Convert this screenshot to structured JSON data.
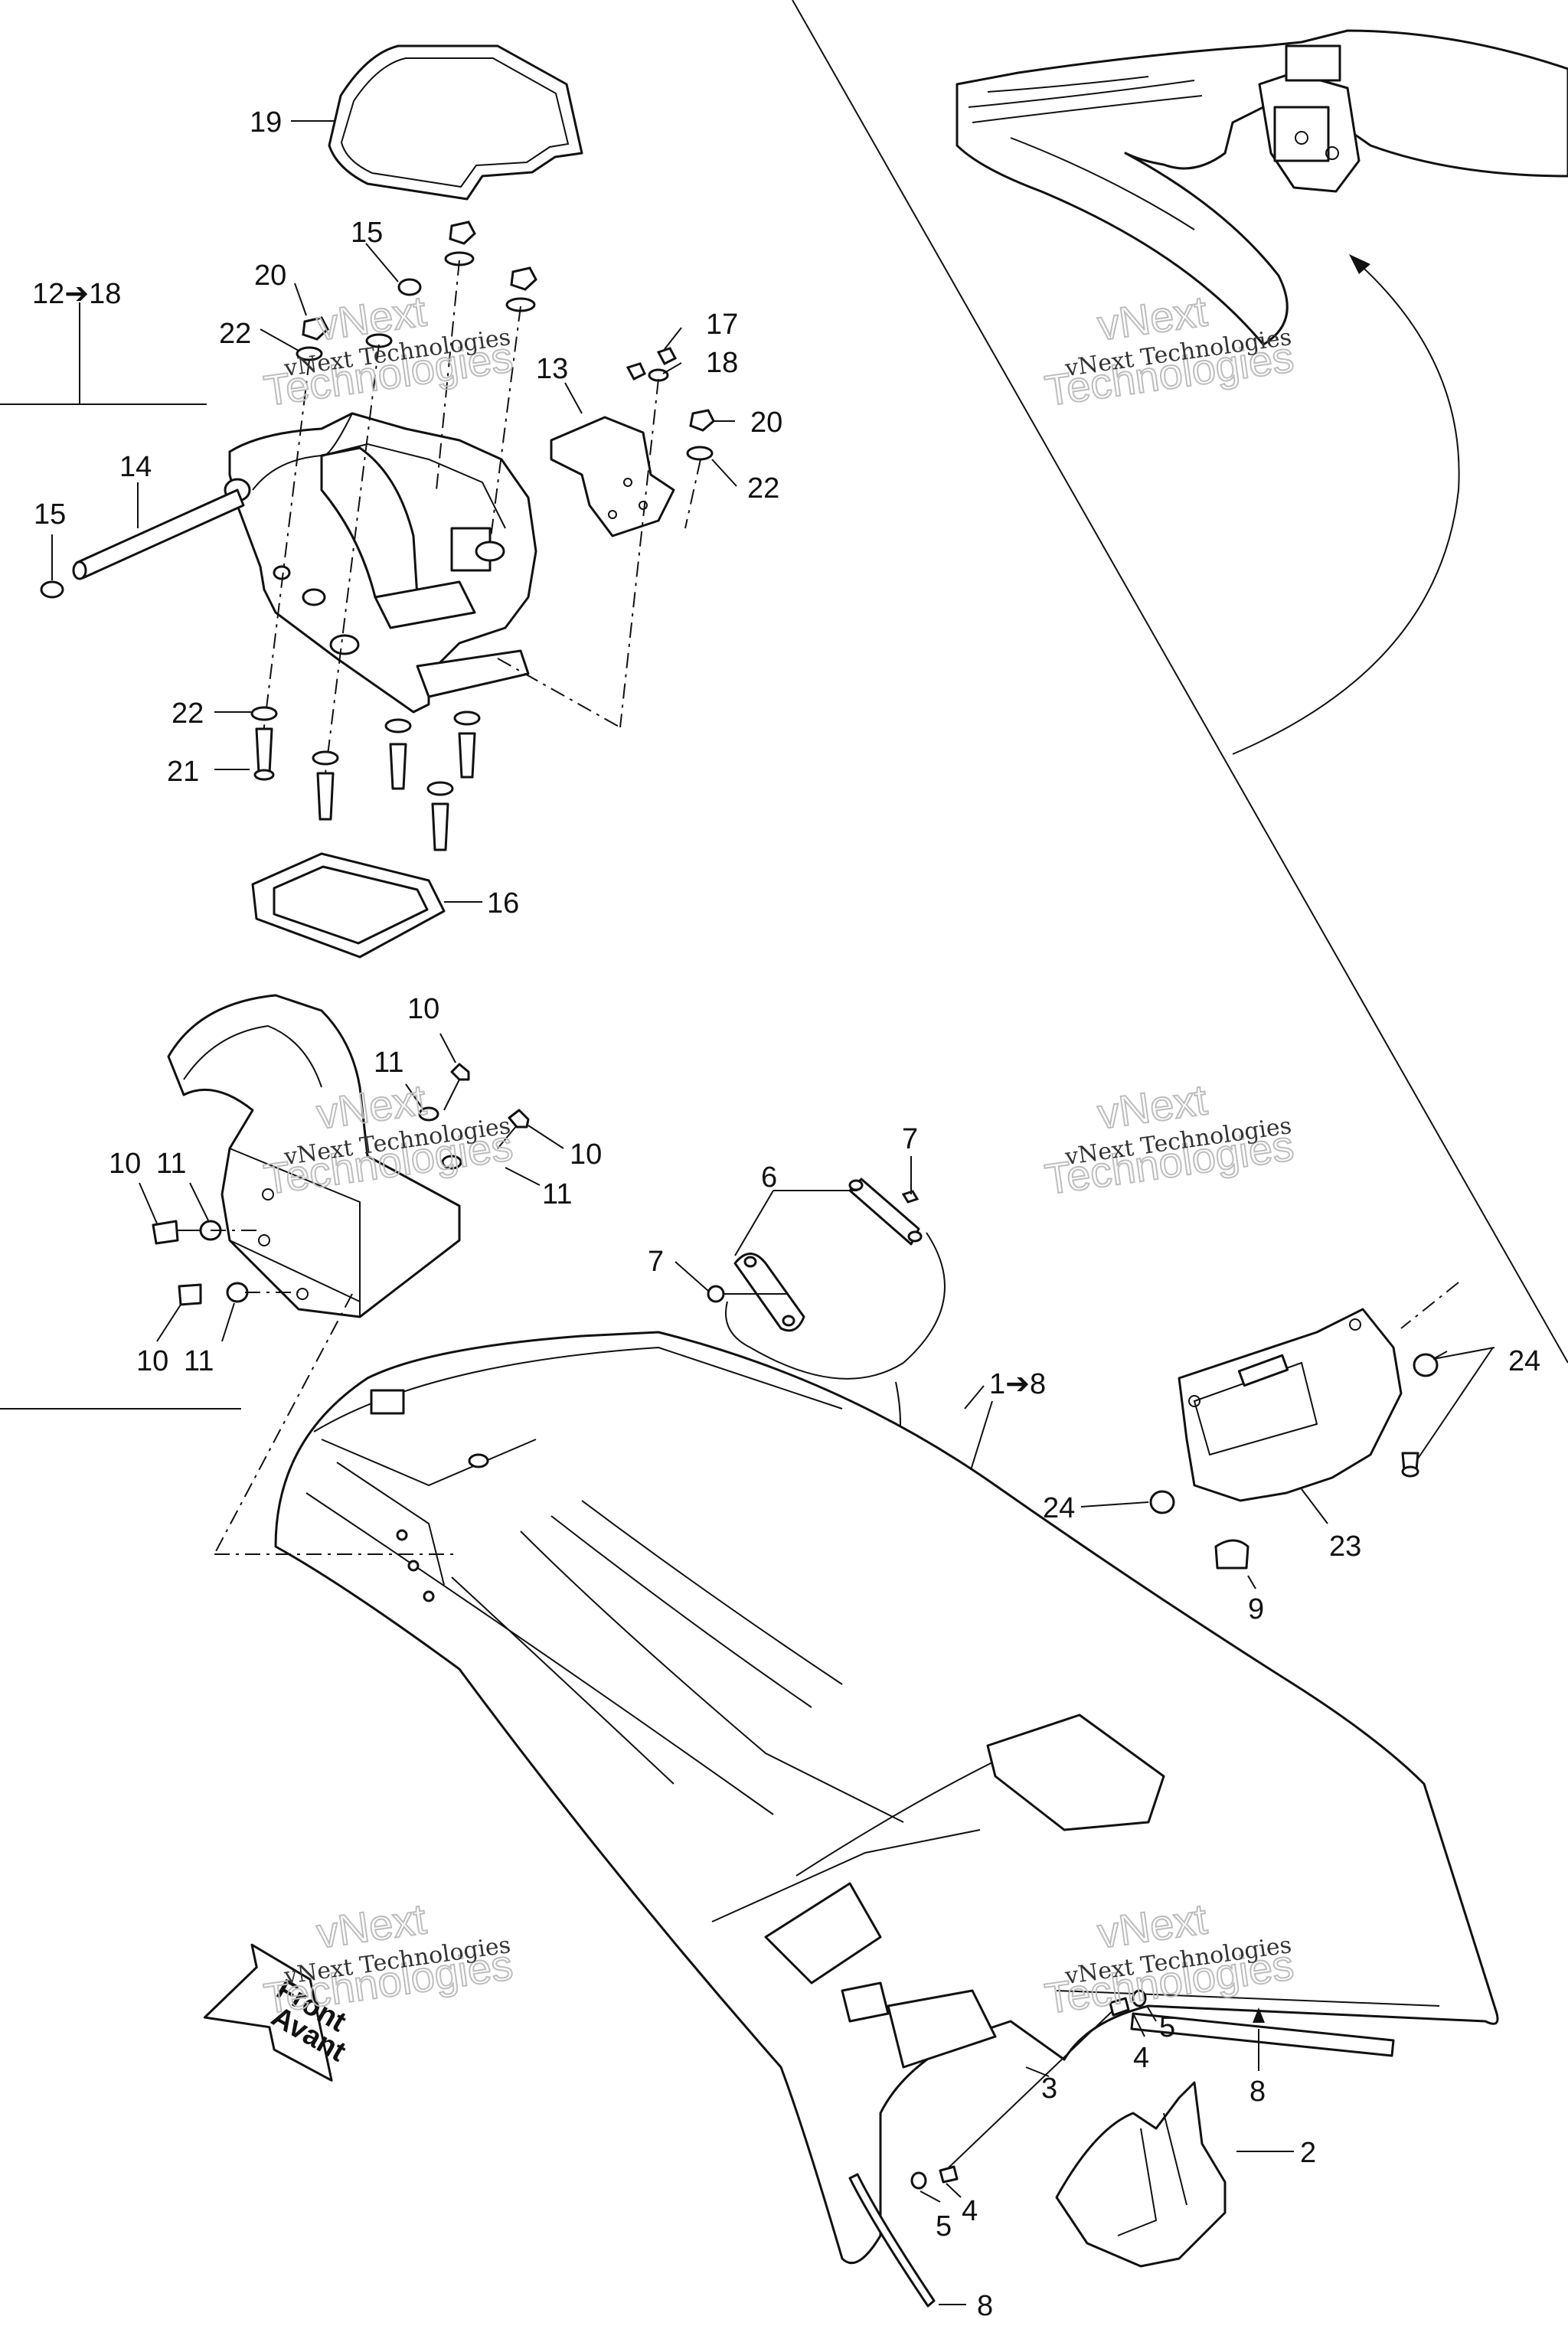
{
  "callouts": {
    "c19": "19",
    "c15a": "15",
    "c20a": "20",
    "c22a": "22",
    "c12_18": "12➔18",
    "c13": "13",
    "c17": "17",
    "c18": "18",
    "c20b": "20",
    "c22b": "22",
    "c14": "14",
    "c15b": "15",
    "c22c": "22",
    "c21": "21",
    "c16": "16",
    "c10a": "10",
    "c11a": "11",
    "c10b": "10",
    "c11b": "11",
    "c10c": "10",
    "c11c": "11",
    "c10d": "10",
    "c11d": "11",
    "c7a": "7",
    "c6": "6",
    "c7b": "7",
    "c1_8": "1➔8",
    "c24a": "24",
    "c24b": "24",
    "c23": "23",
    "c9": "9",
    "c8a": "8",
    "c5a": "5",
    "c4a": "4",
    "c3": "3",
    "c2": "2",
    "c5b": "5",
    "c4b": "4",
    "c8b": "8"
  },
  "front_arrow": {
    "line1": "Front",
    "line2": "Avant"
  },
  "watermark": {
    "small": "vNext Technologies",
    "line1": "vNext",
    "line2": "Technologies"
  }
}
